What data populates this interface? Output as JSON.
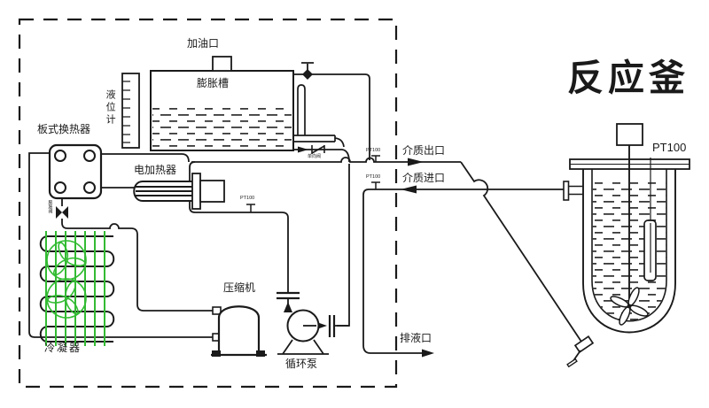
{
  "title": "反应釜",
  "unit": {
    "oil_fill_port": "加油口",
    "expansion_tank": "膨胀槽",
    "level_gauge": "液位计",
    "plate_heat_exchanger": "板式换热器",
    "electric_heater": "电加热器",
    "expansion_valve": "膨胀阀",
    "check_valve": "单向阀",
    "condenser": "冷凝器",
    "compressor": "压缩机",
    "circulation_pump": "循环泵"
  },
  "ports": {
    "medium_outlet": "介质出口",
    "medium_inlet": "介质进口",
    "drain_port": "排液口"
  },
  "sensors": {
    "reactor_pt100": "PT100",
    "outlet_pt100": "PT100",
    "inlet_pt100": "PT100",
    "heater_pt100": "PT100"
  },
  "colors": {
    "line": "#1a1a1a",
    "condenser_green": "#33bb33",
    "background": "#ffffff"
  }
}
